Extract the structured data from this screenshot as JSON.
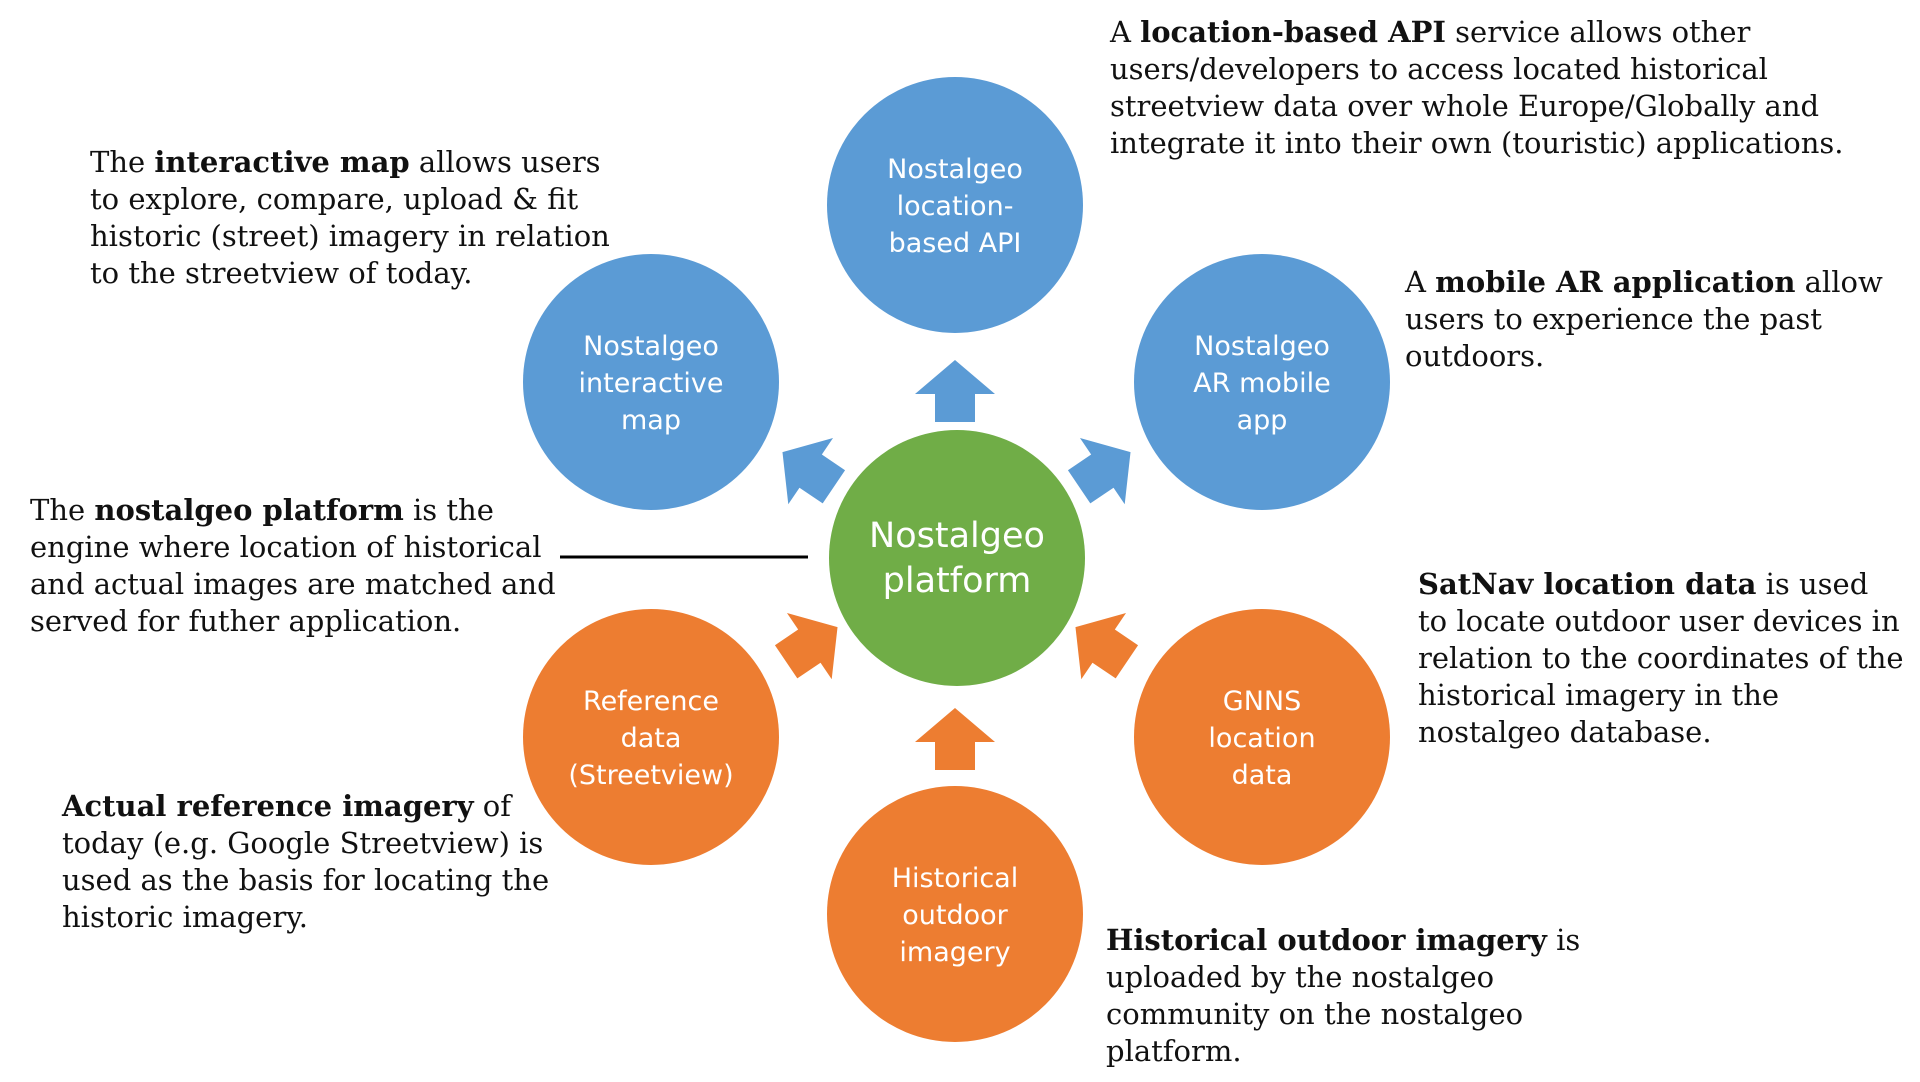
{
  "colors": {
    "blue": "#5B9BD5",
    "green": "#70AD47",
    "orange": "#ED7D31",
    "text": "#111111",
    "line": "#000000"
  },
  "nodes": {
    "center": [
      "Nostalgeo",
      "platform"
    ],
    "api": [
      "Nostalgeo",
      "location-",
      "based API"
    ],
    "map": [
      "Nostalgeo",
      "interactive",
      "map"
    ],
    "ar": [
      "Nostalgeo",
      "AR mobile",
      "app"
    ],
    "reference": [
      "Reference",
      "data",
      "(Streetview)"
    ],
    "gnns": [
      "GNNS",
      "location",
      "data"
    ],
    "historical": [
      "Historical",
      "outdoor",
      "imagery"
    ]
  },
  "descriptions": {
    "api": {
      "lead": "A ",
      "bold": "location-based API",
      "rest": " service allows other",
      "lines": [
        "users/developers to access located historical",
        "streetview data over whole Europe/Globally and",
        "integrate it into their own (touristic) applications."
      ]
    },
    "map": {
      "lead": "The ",
      "bold": "interactive map",
      "rest": " allows users",
      "lines": [
        "to explore, compare, upload & fit",
        "historic (street) imagery in relation",
        "to the streetview of today."
      ]
    },
    "ar": {
      "lead": "A ",
      "bold": "mobile AR application",
      "rest": " allow",
      "lines": [
        "users to experience the past",
        "outdoors."
      ]
    },
    "platform": {
      "lead": "The ",
      "bold": "nostalgeo platform",
      "rest": " is the",
      "lines": [
        "engine where location of historical",
        "and actual images are matched and",
        "served for futher application."
      ]
    },
    "satnav": {
      "lead": "",
      "bold": "SatNav location data",
      "rest": " is used",
      "lines": [
        "to locate outdoor user devices in",
        "relation to the coordinates of the",
        "historical imagery in the",
        "nostalgeo database."
      ]
    },
    "reference": {
      "lead": "",
      "bold": "Actual reference imagery",
      "rest": " of",
      "lines": [
        "today (e.g. Google Streetview) is",
        "used as the basis for locating the",
        "historic imagery."
      ]
    },
    "historical": {
      "lead": "",
      "bold": "Historical outdoor imagery",
      "rest": " is",
      "lines": [
        "uploaded by the nostalgeo",
        "community on the nostalgeo",
        "platform."
      ]
    }
  }
}
